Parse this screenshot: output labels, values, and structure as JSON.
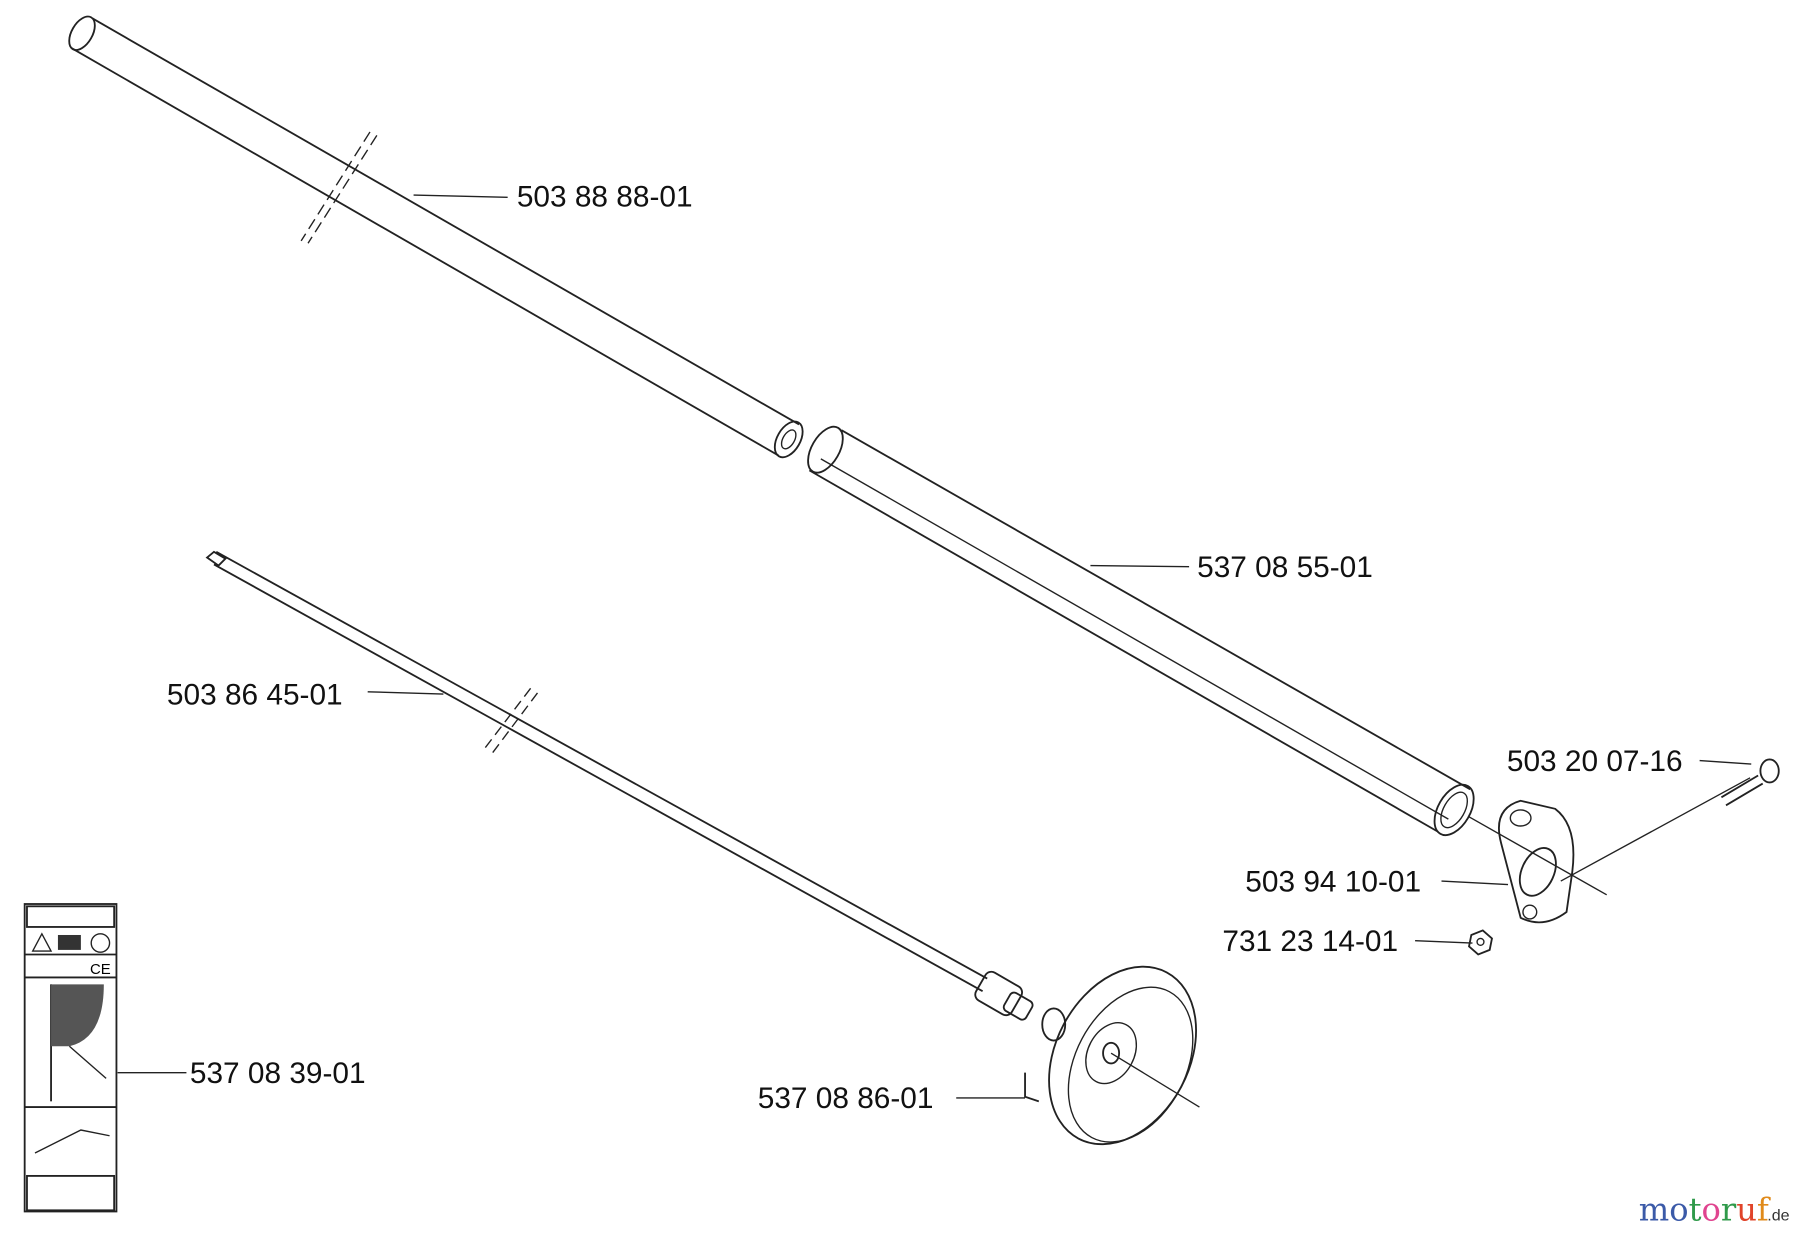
{
  "parts": [
    {
      "id": "tube-upper",
      "number": "503 88 88-01"
    },
    {
      "id": "tube-lower",
      "number": "537 08 55-01"
    },
    {
      "id": "drive-shaft",
      "number": "503 86 45-01"
    },
    {
      "id": "bolt",
      "number": "503 20 07-16"
    },
    {
      "id": "clamp-bracket",
      "number": "503 94 10-01"
    },
    {
      "id": "nut",
      "number": "731 23 14-01"
    },
    {
      "id": "decal",
      "number": "537 08 39-01"
    },
    {
      "id": "guard-drum",
      "number": "537 08 86-01"
    }
  ],
  "watermark": {
    "text": "motoruf",
    "suffix": ".de",
    "letter_colors": [
      "#3b5aa8",
      "#3b5aa8",
      "#2f9a4a",
      "#e0448f",
      "#2f9a4a",
      "#e0442a",
      "#e08a1a",
      "#e0c21a"
    ]
  }
}
